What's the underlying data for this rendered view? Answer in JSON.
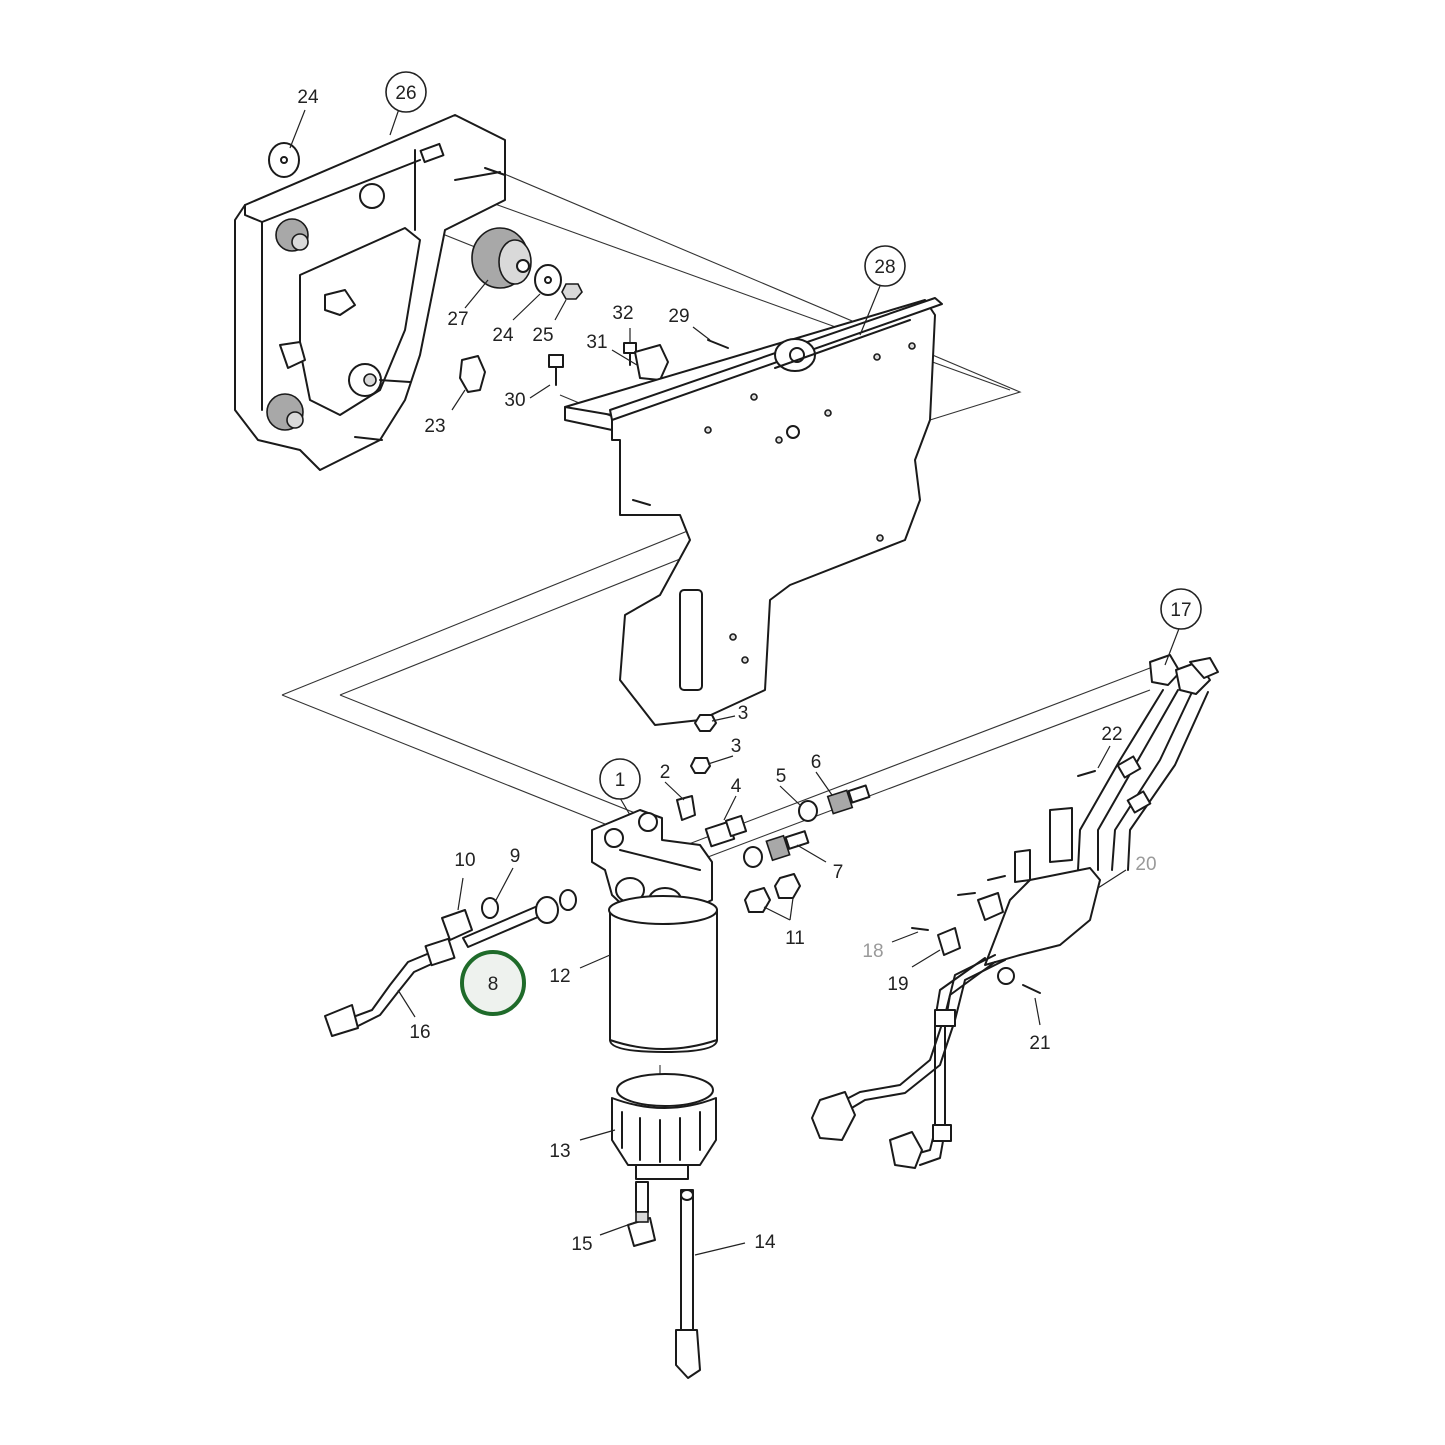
{
  "colors": {
    "highlight_ring": "#1f6b2a",
    "highlight_fill": "#eef2ee",
    "line": "#1a1a1a",
    "dimmed_label": "#9a9a9a"
  },
  "callouts": {
    "c1": "1",
    "c2": "2",
    "c3a": "3",
    "c3b": "3",
    "c4": "4",
    "c5": "5",
    "c6": "6",
    "c7": "7",
    "c8": "8",
    "c9": "9",
    "c10": "10",
    "c11": "11",
    "c12": "12",
    "c13": "13",
    "c14": "14",
    "c15": "15",
    "c16": "16",
    "c17": "17",
    "c18": "18",
    "c19": "19",
    "c20": "20",
    "c21": "21",
    "c22": "22",
    "c23": "23",
    "c24a": "24",
    "c24b": "24",
    "c25": "25",
    "c26": "26",
    "c27": "27",
    "c28": "28",
    "c29": "29",
    "c30": "30",
    "c31": "31",
    "c32": "32"
  },
  "highlighted_part": "8"
}
